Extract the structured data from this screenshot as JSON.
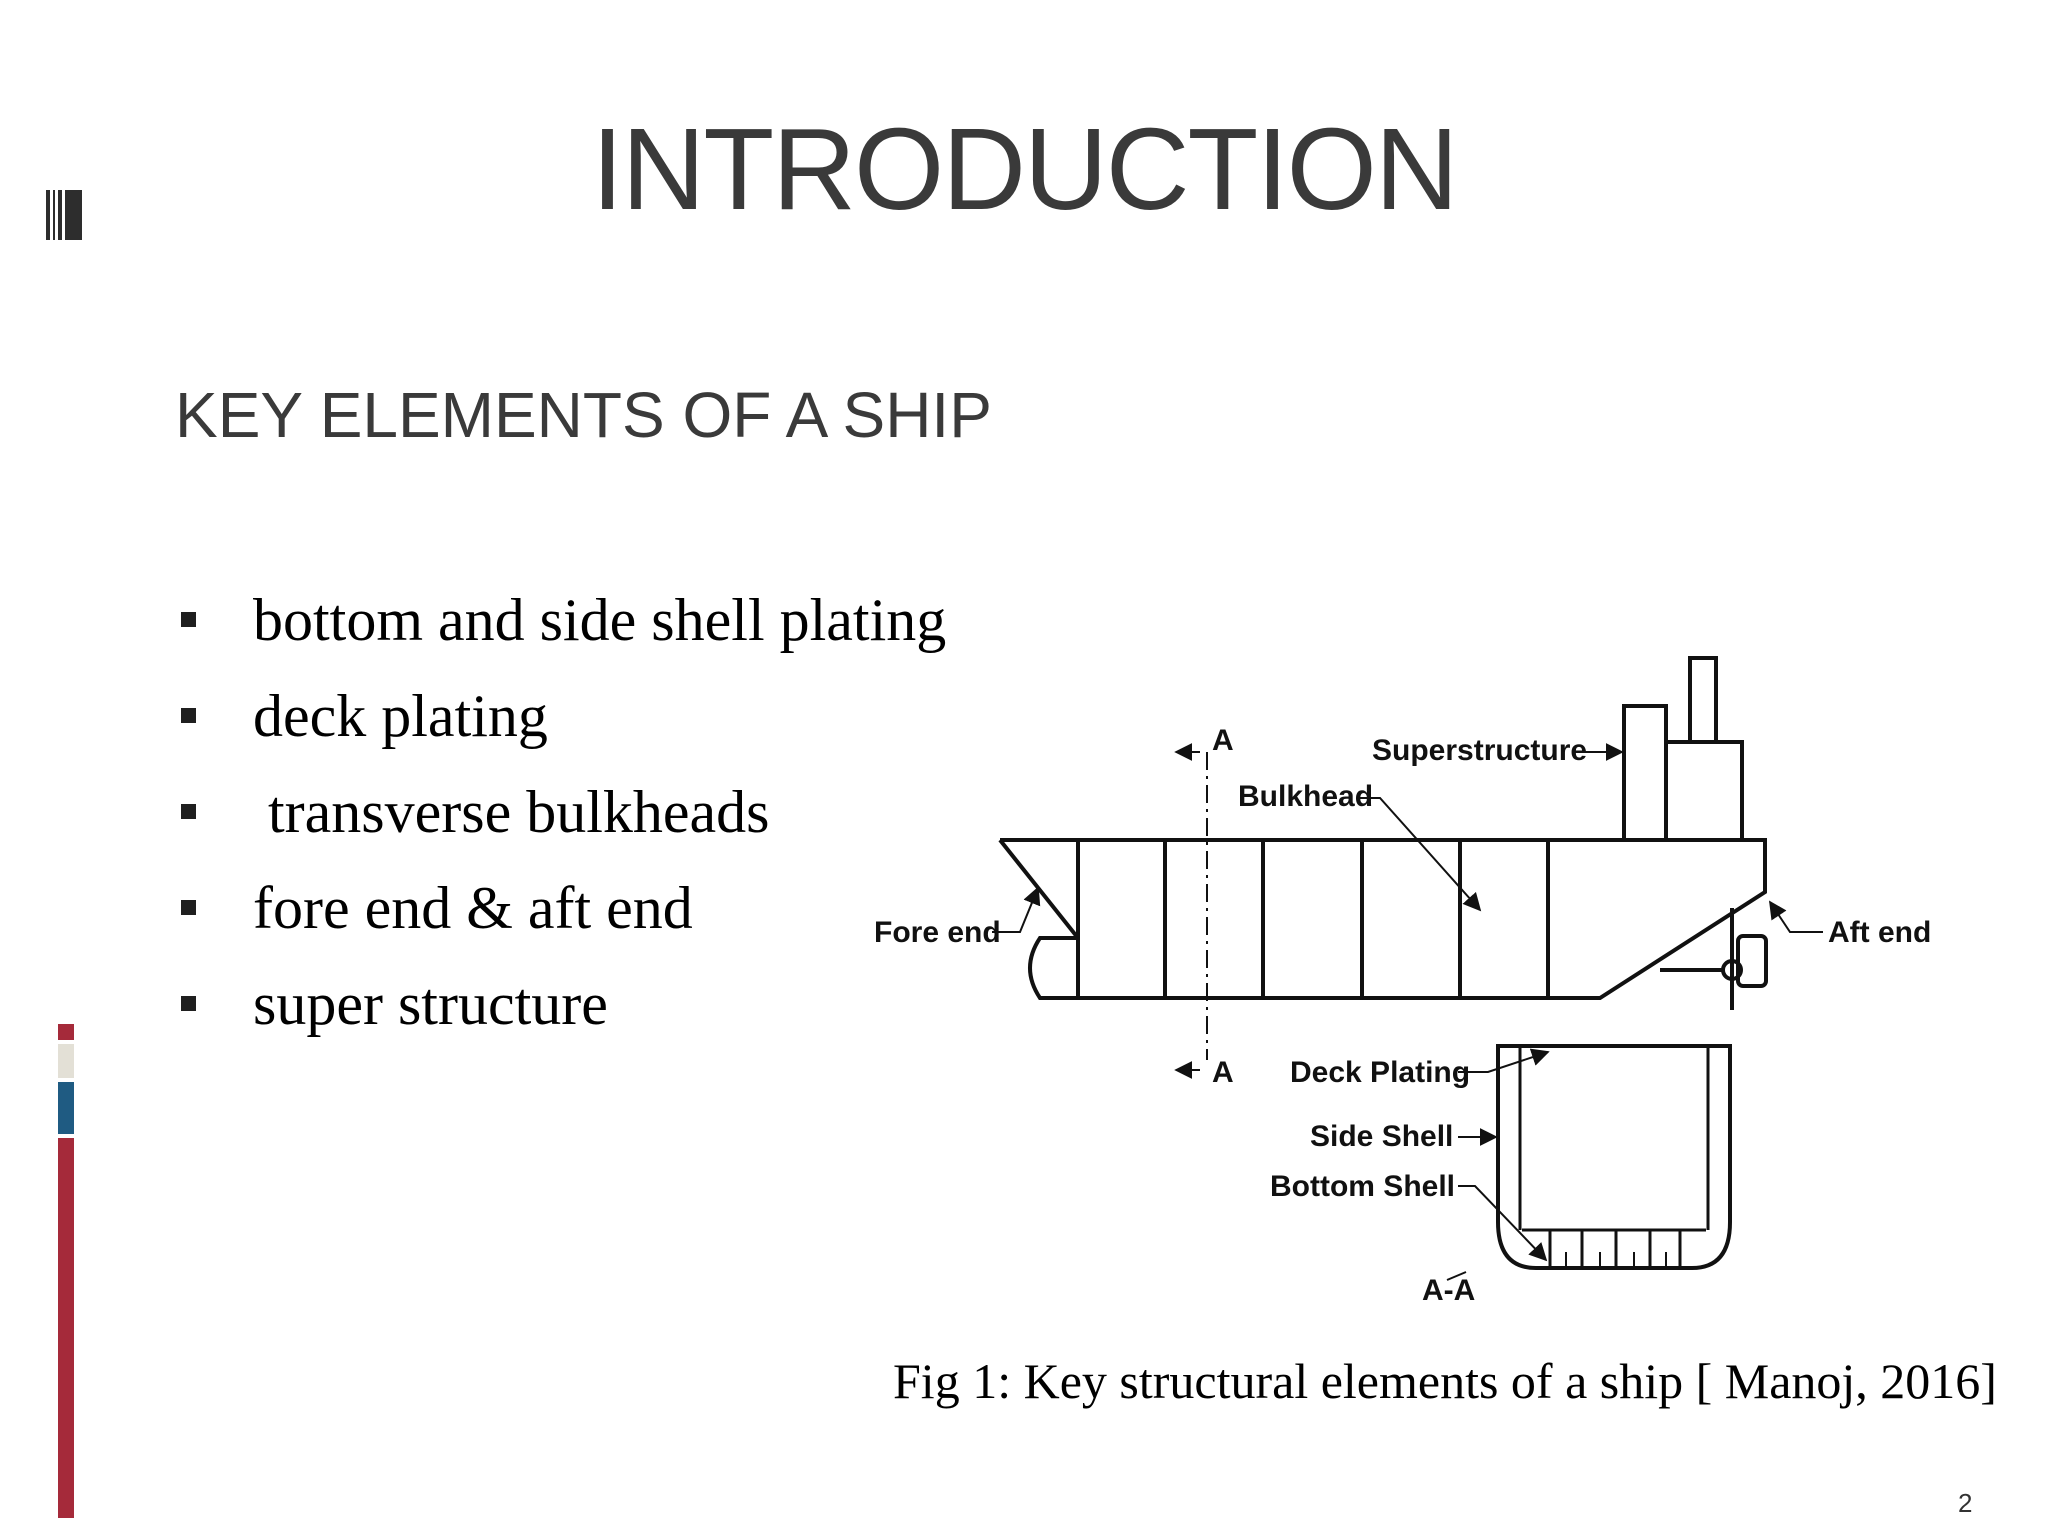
{
  "slide": {
    "title": "INTRODUCTION",
    "subtitle": "KEY ELEMENTS OF A SHIP",
    "bullets": [
      "bottom and side shell plating",
      "deck plating",
      " transverse bulkheads",
      "fore end & aft end",
      "super structure"
    ],
    "caption": "Fig 1: Key structural elements of a ship [ Manoj, 2016]",
    "page_number": "2"
  },
  "diagram": {
    "labels": {
      "section_top": "A",
      "section_bottom": "A",
      "superstructure": "Superstructure",
      "bulkhead": "Bulkhead",
      "fore_end": "Fore end",
      "aft_end": "Aft end",
      "deck_plating": "Deck Plating",
      "side_shell": "Side Shell",
      "bottom_shell": "Bottom Shell",
      "section_view": "A-A"
    }
  },
  "colors": {
    "accent_red": "#a52a3a",
    "accent_beige": "#e3e0d6",
    "accent_blue": "#1f5b82",
    "text_dark": "#3a3a3a"
  }
}
